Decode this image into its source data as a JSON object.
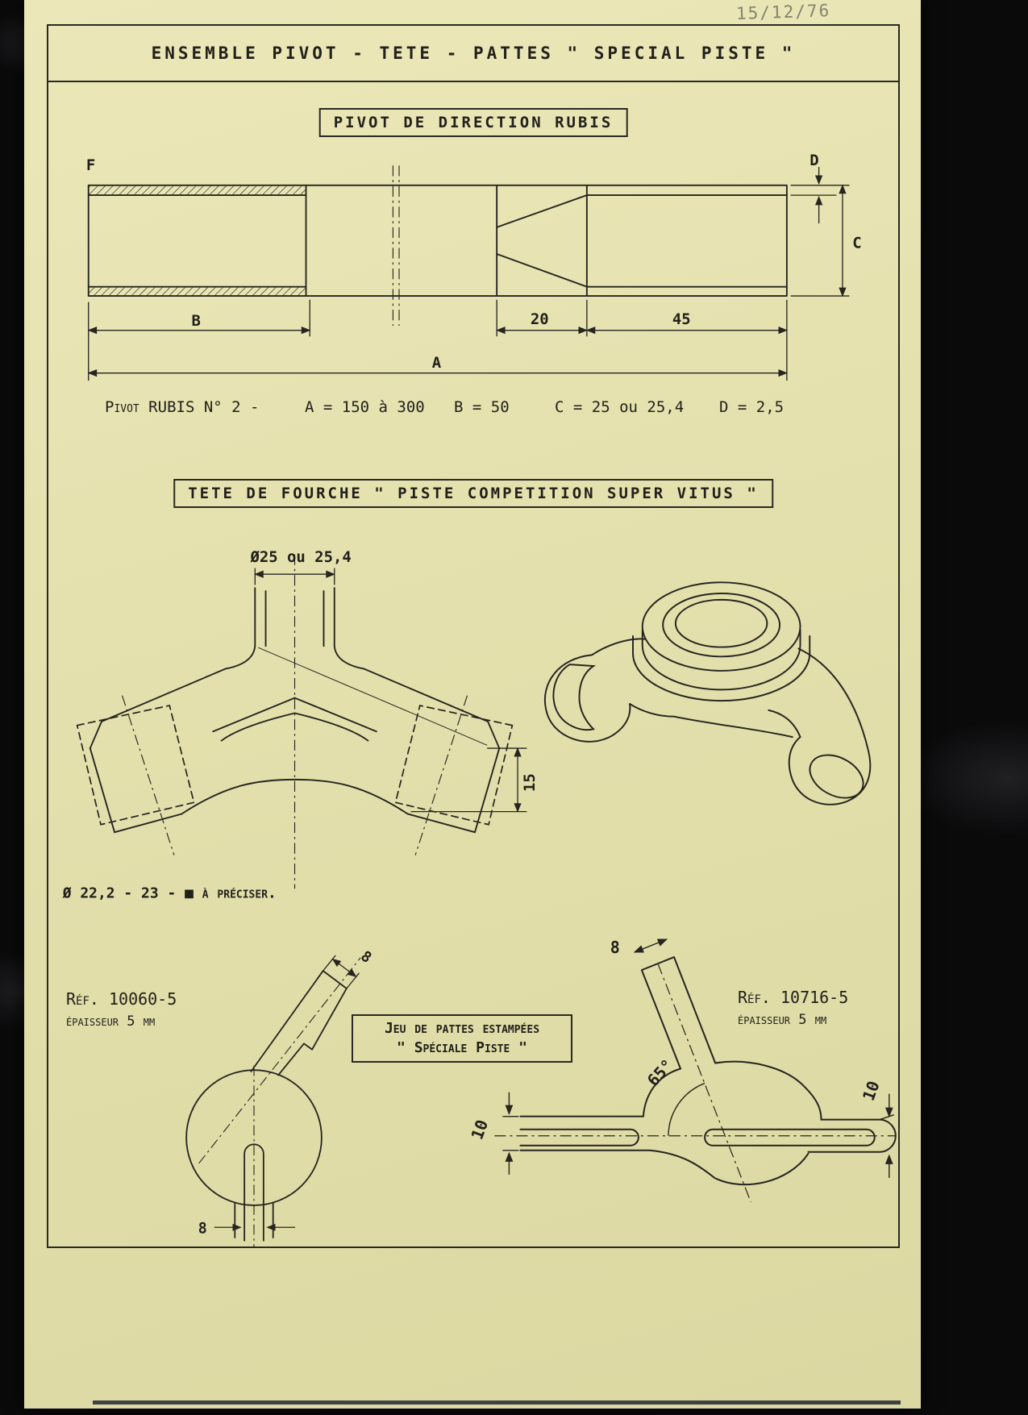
{
  "page": {
    "date": "15/12/76",
    "title": "ENSEMBLE PIVOT - TETE - PATTES \" SPECIAL PISTE \""
  },
  "pivot": {
    "heading": "PIVOT DE DIRECTION RUBIS",
    "labels": {
      "f": "F",
      "a": "A",
      "b": "B",
      "c": "C",
      "d": "D",
      "len20": "20",
      "len45": "45"
    },
    "caption": {
      "name": "Pivot RUBIS N° 2 -",
      "a": "A = 150 à 300",
      "b": "B = 50",
      "c": "C = 25 ou 25,4",
      "d": "D = 2,5"
    }
  },
  "crown": {
    "heading": "TETE DE FOURCHE \" PISTE COMPETITION SUPER VITUS \"",
    "dia_top": "Ø25 ou 25,4",
    "height_dim": "15",
    "dia_bottom": "Ø 22,2 - 23 - ■ à préciser."
  },
  "dropouts": {
    "left_ref": "Réf. 10060-5",
    "left_thickness": "épaisseur 5 mm",
    "box_title": "Jeu de pattes estampées",
    "box_subtitle": "\" Spéciale Piste \"",
    "right_ref": "Réf. 10716-5",
    "right_thickness": "épaisseur 5 mm",
    "dims": {
      "tab8_left_top": "8",
      "slot8_left_bottom": "8",
      "arm8_right": "8",
      "slot10_left": "10",
      "slot10_right": "10",
      "angle65": "65°"
    }
  },
  "colors": {
    "ink": "#26251f",
    "paper": "#e4e0ad",
    "scan_bg": "#0a0a0b"
  }
}
